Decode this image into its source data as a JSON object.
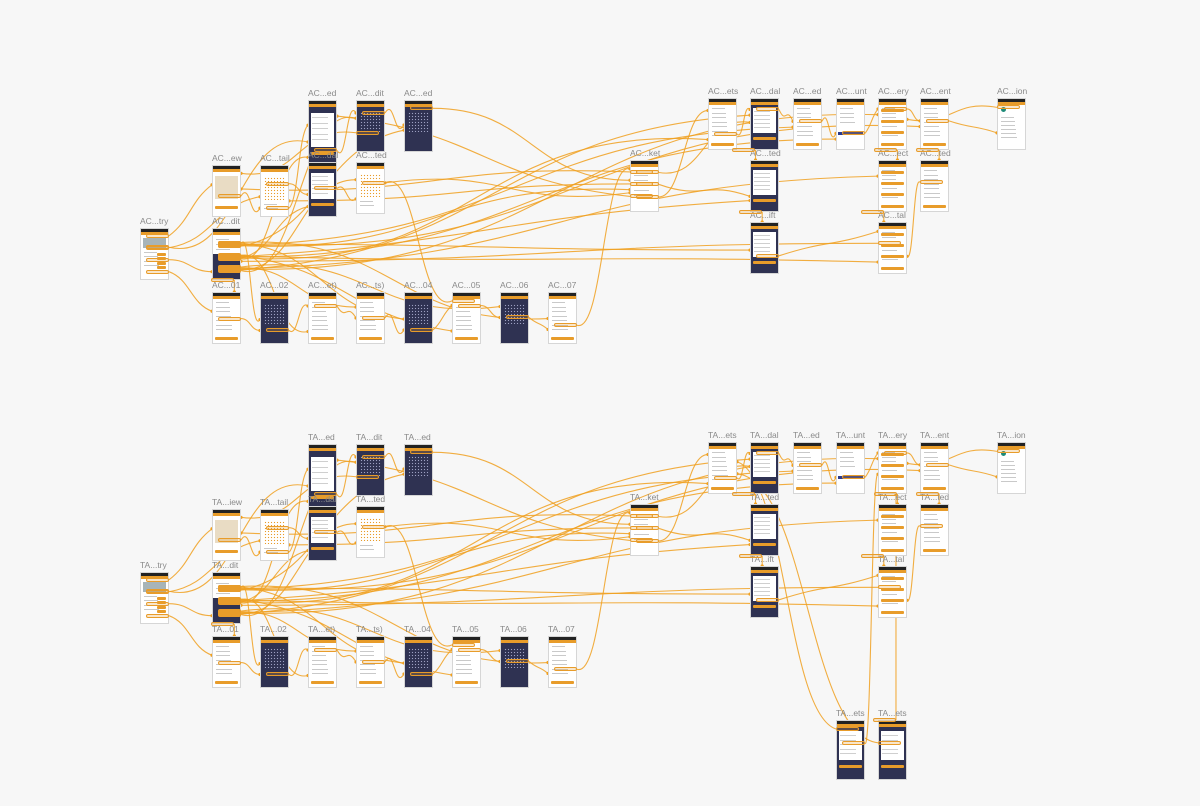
{
  "canvas": {
    "background": "#f7f7f7",
    "link_color": "#f0a020",
    "brand_color": "#e89c2a",
    "dark_screen_color": "#2f3252"
  },
  "sections": [
    {
      "prefix": "AC",
      "artboards": [
        {
          "id": "entry",
          "label": "AC...try"
        },
        {
          "id": "view",
          "label": "AC...ew"
        },
        {
          "id": "detail",
          "label": "AC...tail"
        },
        {
          "id": "edit",
          "label": "AC...dit"
        },
        {
          "id": "ed1",
          "label": "AC...ed"
        },
        {
          "id": "dit1",
          "label": "AC...dit"
        },
        {
          "id": "ed2",
          "label": "AC...ed"
        },
        {
          "id": "dal1",
          "label": "AC...dal"
        },
        {
          "id": "ted1",
          "label": "AC...ted"
        },
        {
          "id": "s01",
          "label": "AC...01"
        },
        {
          "id": "s02",
          "label": "AC...02"
        },
        {
          "id": "set",
          "label": "AC...et)"
        },
        {
          "id": "ts",
          "label": "AC...ts)"
        },
        {
          "id": "s04",
          "label": "AC...04"
        },
        {
          "id": "s05",
          "label": "AC...05"
        },
        {
          "id": "s06",
          "label": "AC...06"
        },
        {
          "id": "s07",
          "label": "AC...07"
        },
        {
          "id": "ket",
          "label": "AC...ket"
        },
        {
          "id": "ets",
          "label": "AC...ets"
        },
        {
          "id": "dal2",
          "label": "AC...dal"
        },
        {
          "id": "ed3",
          "label": "AC...ed"
        },
        {
          "id": "unt",
          "label": "AC...unt"
        },
        {
          "id": "ery",
          "label": "AC...ery"
        },
        {
          "id": "ent",
          "label": "AC...ent"
        },
        {
          "id": "ion",
          "label": "AC...ion"
        },
        {
          "id": "ted2",
          "label": "AC...ted"
        },
        {
          "id": "ect",
          "label": "AC...ect"
        },
        {
          "id": "ted3",
          "label": "AC...ted"
        },
        {
          "id": "ift",
          "label": "AC...ift"
        },
        {
          "id": "tal",
          "label": "AC...tal"
        }
      ]
    },
    {
      "prefix": "TA",
      "artboards": [
        {
          "id": "entry",
          "label": "TA...try"
        },
        {
          "id": "view",
          "label": "TA...iew"
        },
        {
          "id": "detail",
          "label": "TA...tail"
        },
        {
          "id": "edit",
          "label": "TA...dit"
        },
        {
          "id": "ed1",
          "label": "TA...ed"
        },
        {
          "id": "dit1",
          "label": "TA...dit"
        },
        {
          "id": "ed2",
          "label": "TA...ed"
        },
        {
          "id": "dal1",
          "label": "TA...dal"
        },
        {
          "id": "ted1",
          "label": "TA...ted"
        },
        {
          "id": "s01",
          "label": "TA...01"
        },
        {
          "id": "s02",
          "label": "TA...02"
        },
        {
          "id": "set",
          "label": "TA...et)"
        },
        {
          "id": "ts",
          "label": "TA...ts)"
        },
        {
          "id": "s04",
          "label": "TA...04"
        },
        {
          "id": "s05",
          "label": "TA...05"
        },
        {
          "id": "s06",
          "label": "TA...06"
        },
        {
          "id": "s07",
          "label": "TA...07"
        },
        {
          "id": "ket",
          "label": "TA...ket"
        },
        {
          "id": "ets0",
          "label": "TA...ets"
        },
        {
          "id": "ets00",
          "label": "TA...ets"
        },
        {
          "id": "ets",
          "label": "TA...ets"
        },
        {
          "id": "dal2",
          "label": "TA...dal"
        },
        {
          "id": "ed3",
          "label": "TA...ed"
        },
        {
          "id": "unt",
          "label": "TA...unt"
        },
        {
          "id": "ery",
          "label": "TA...ery"
        },
        {
          "id": "ent",
          "label": "TA...ent"
        },
        {
          "id": "ion",
          "label": "TA...ion"
        },
        {
          "id": "ted2",
          "label": "TA...ted"
        },
        {
          "id": "ect",
          "label": "TA...ect"
        },
        {
          "id": "ted3",
          "label": "TA...ted"
        },
        {
          "id": "ift",
          "label": "TA...ift"
        },
        {
          "id": "tal",
          "label": "TA...tal"
        }
      ]
    }
  ]
}
